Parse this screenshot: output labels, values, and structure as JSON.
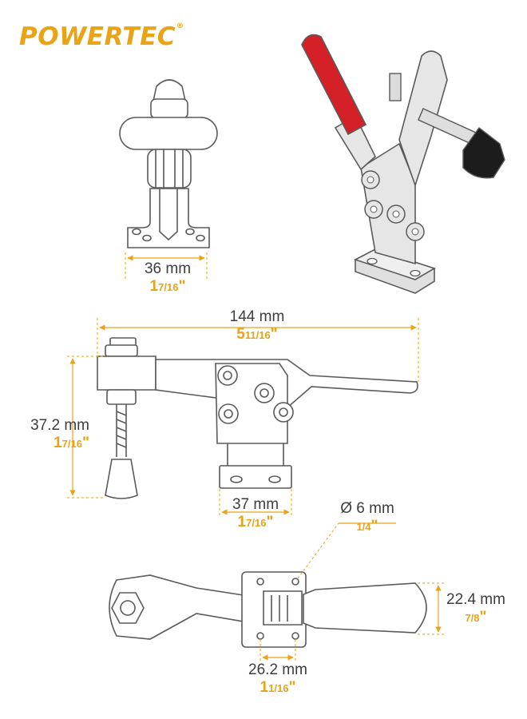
{
  "brand": {
    "logo_text": "POWERTEC",
    "registered_mark": "®",
    "color": "#e8a317"
  },
  "colors": {
    "outline": "#5a5a5a",
    "metal": "#e6e6e6",
    "handle_red": "#d62027",
    "tip_black": "#1c1c1c",
    "dimension_accent": "#e8a317"
  },
  "dimensions": {
    "top_width": {
      "metric": "36 mm",
      "imperial_whole": "1",
      "imperial_frac": "7/16",
      "imperial_mark": "\""
    },
    "overall_length": {
      "metric": "144 mm",
      "imperial_whole": "5",
      "imperial_frac": "11/16",
      "imperial_mark": "\""
    },
    "side_height": {
      "metric": "37.2 mm",
      "imperial_whole": "1",
      "imperial_frac": "7/16",
      "imperial_mark": "\""
    },
    "base_width": {
      "metric": "37 mm",
      "imperial_whole": "1",
      "imperial_frac": "7/16",
      "imperial_mark": "\""
    },
    "hole_diameter": {
      "metric": "Ø 6 mm",
      "imperial_frac": "1/4",
      "imperial_mark": "\""
    },
    "handle_width": {
      "metric": "22.4 mm",
      "imperial_frac": "7/8",
      "imperial_mark": "\""
    },
    "hole_spacing": {
      "metric": "26.2 mm",
      "imperial_whole": "1",
      "imperial_frac": "1/16",
      "imperial_mark": "\""
    }
  }
}
